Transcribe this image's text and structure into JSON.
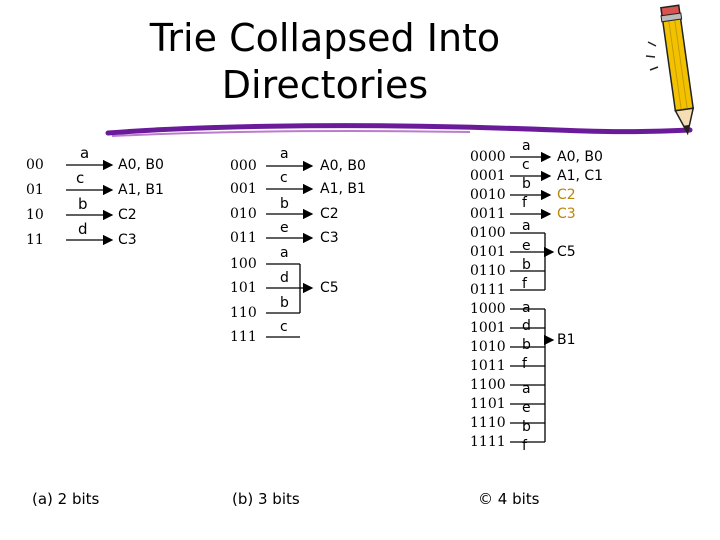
{
  "title": {
    "line1": "Trie Collapsed Into",
    "line2": "Directories"
  },
  "panel_a": {
    "indices": [
      "00",
      "01",
      "10",
      "11"
    ],
    "labels": [
      "a",
      "c",
      "b",
      "d"
    ],
    "entries": [
      "A0, B0",
      "A1, B1",
      "C2",
      "C3"
    ],
    "caption": "(a) 2 bits"
  },
  "panel_b": {
    "indices": [
      "000",
      "001",
      "010",
      "011",
      "100",
      "101",
      "110",
      "111"
    ],
    "labels": [
      "a",
      "c",
      "b",
      "e",
      "a",
      "d",
      "b",
      "c"
    ],
    "entries": [
      "A0, B0",
      "A1, B1",
      "C2",
      "C3",
      "C5"
    ],
    "caption": "(b) 3 bits"
  },
  "panel_c": {
    "indices": [
      "0000",
      "0001",
      "0010",
      "0011",
      "0100",
      "0101",
      "0110",
      "0111",
      "1000",
      "1001",
      "1010",
      "1011",
      "1100",
      "1101",
      "1110",
      "1111"
    ],
    "labels": [
      "a",
      "c",
      "b",
      "f",
      "a",
      "e",
      "b",
      "f",
      "a",
      "d",
      "b",
      "f",
      "a",
      "e",
      "b",
      "f"
    ],
    "entries": [
      "A0, B0",
      "A1, C1",
      "C2",
      "C3",
      "C5",
      "B1"
    ],
    "caption": "© 4 bits"
  },
  "colors": {
    "arrow": "#000000",
    "gold_entry": "#b8860b",
    "decoration_purple": "#6a1b9a",
    "pencil_yellow": "#f2c200"
  },
  "icons": [
    "pencil-icon"
  ]
}
